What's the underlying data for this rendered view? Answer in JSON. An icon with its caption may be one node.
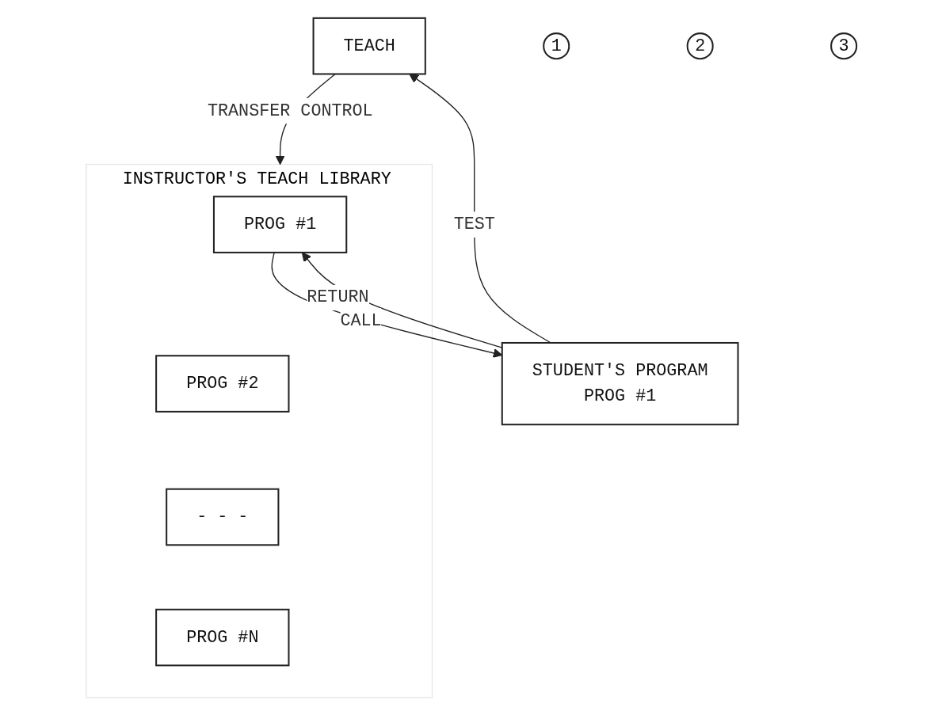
{
  "diagram": {
    "nodes": [
      {
        "text": [
          "TEACH"
        ]
      },
      {
        "text": [
          "1"
        ]
      },
      {
        "text": [
          "2"
        ]
      },
      {
        "text": [
          "STUDENT'S PROGRAM",
          "PROG #1"
        ]
      },
      {
        "text": [
          "INSTRUCTOR'S TEACH LIBRARY"
        ]
      },
      {
        "text": [
          "PROG #1"
        ],
        "in": 4
      },
      {
        "text": [
          "PROG #2"
        ],
        "in": 4
      },
      {
        "text": [
          "- - -"
        ],
        "in": 4
      },
      {
        "text": [
          "PROG #N"
        ],
        "in": 4
      },
      {
        "text": [
          "3"
        ]
      }
    ],
    "edges": [
      {
        "from": 3,
        "to": 0,
        "label": "TEST",
        "arrow": "to"
      },
      {
        "from": 0,
        "to": 4,
        "label": "TRANSFER CONTROL",
        "arrow": "to"
      },
      {
        "from": 5,
        "to": 3,
        "label": "CALL",
        "arrow": "to"
      },
      {
        "from": 3,
        "to": 5,
        "label": "RETURN",
        "arrow": "to"
      }
    ]
  }
}
